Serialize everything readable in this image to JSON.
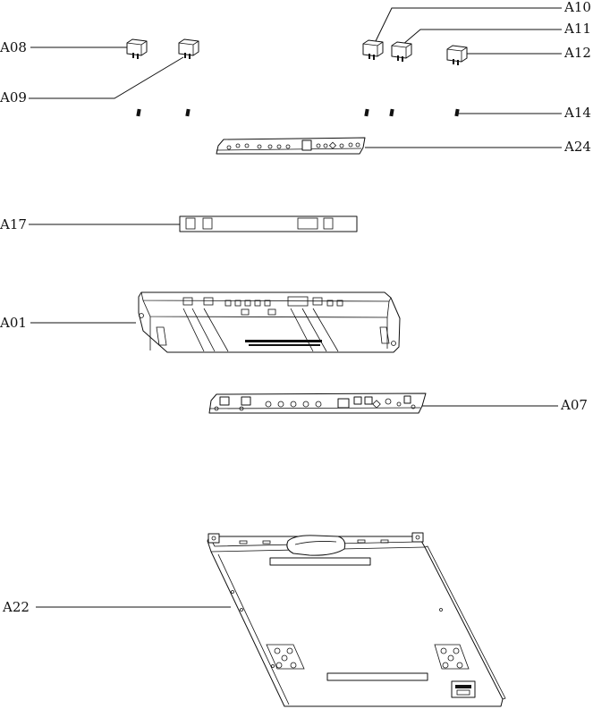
{
  "labels": {
    "a08": "A08",
    "a09": "A09",
    "a10": "A10",
    "a11": "A11",
    "a12": "A12",
    "a14": "A14",
    "a24": "A24",
    "a17": "A17",
    "a01": "A01",
    "a07": "A07",
    "a22": "A22"
  },
  "colors": {
    "line": "#111111",
    "background": "#ffffff"
  }
}
